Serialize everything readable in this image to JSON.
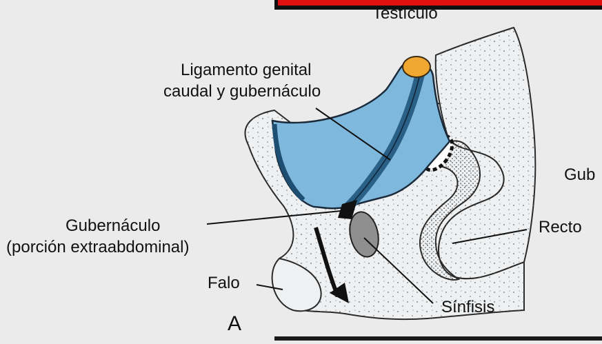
{
  "figure": {
    "panel_letter": "A",
    "colors": {
      "background": "#ebebeb",
      "tissue_fill": "#eef0f2",
      "mesentery_blue": "#7fb8dd",
      "testis_orange": "#f0a830",
      "symphysis_gray": "#8f8f8f",
      "top_bar_red": "#e01010"
    },
    "labels": {
      "testiculo": "Testículo",
      "ligamento_line1": "Ligamento genital",
      "ligamento_line2": "caudal y gubernáculo",
      "gub_cut": "Gub",
      "gubernaculo_line1": "Gubernáculo",
      "gubernaculo_line2": "(porción extraabdominal)",
      "recto": "Recto",
      "falo": "Falo",
      "sinfisis": "Sínfisis"
    }
  }
}
